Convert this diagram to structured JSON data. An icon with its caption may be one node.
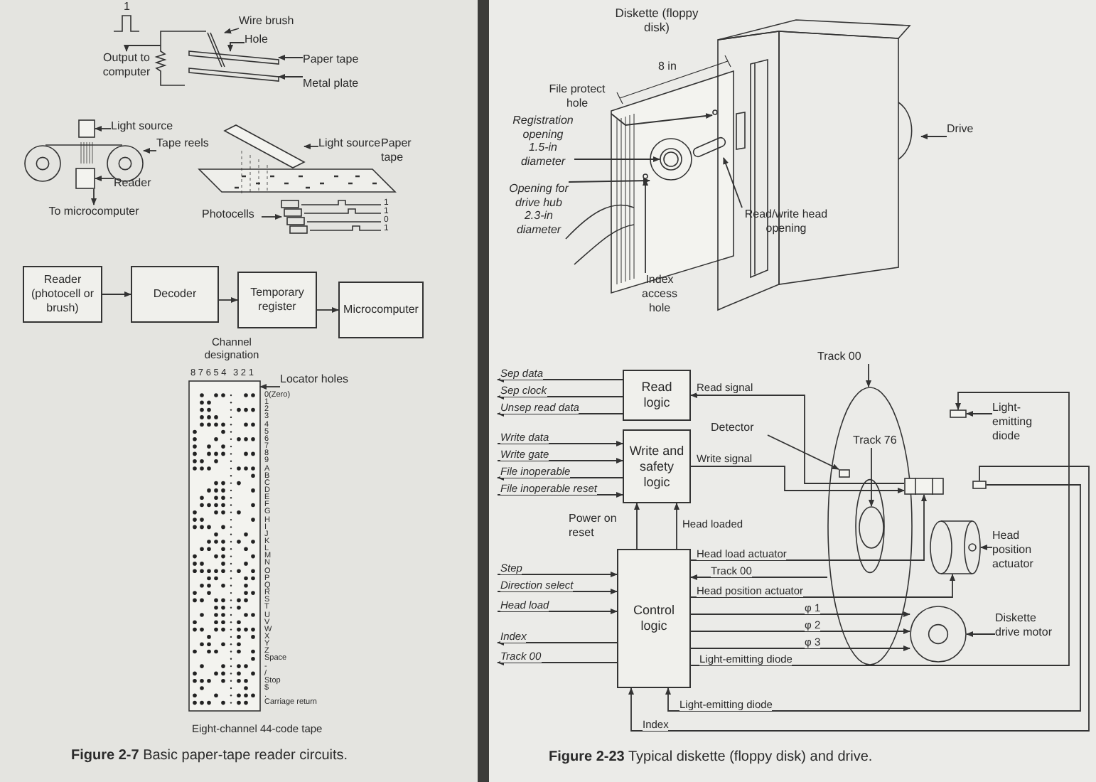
{
  "diagram": {
    "nodes": [
      {
        "text": [
          "Wire brush"
        ]
      },
      {
        "text": [
          "Hole"
        ]
      },
      {
        "text": [
          "Output to computer"
        ]
      },
      {
        "text": [
          "Paper tape"
        ]
      },
      {
        "text": [
          "Metal plate"
        ]
      },
      {
        "text": [
          "Light source"
        ]
      },
      {
        "text": [
          "Tape reels"
        ]
      },
      {
        "text": [
          "Reader"
        ]
      },
      {
        "text": [
          "To microcomputer"
        ]
      },
      {
        "text": [
          "Light source"
        ]
      },
      {
        "text": [
          "Photocells"
        ]
      },
      {
        "text": [
          "Reader (photocell or brush)"
        ]
      },
      {
        "text": [
          "Decoder"
        ]
      },
      {
        "text": [
          "Temporary register"
        ]
      },
      {
        "text": [
          "Microcomputer"
        ]
      },
      {
        "text": [
          "Locator holes"
        ]
      },
      {
        "text": [
          "File protect hole"
        ]
      },
      {
        "text": [
          "Registration opening 1.5-in diameter"
        ]
      },
      {
        "text": [
          "Opening for drive hub 2.3-in diameter"
        ]
      },
      {
        "text": [
          "Index access hole"
        ]
      },
      {
        "text": [
          "Read/write head opening"
        ]
      },
      {
        "text": [
          "Drive"
        ]
      },
      {
        "text": [
          "Read logic"
        ]
      },
      {
        "text": [
          "Write and safety logic"
        ]
      },
      {
        "text": [
          "Control logic"
        ]
      },
      {
        "text": [],
        "shape": "circle"
      },
      {
        "text": [
          "Track 00"
        ]
      },
      {
        "text": [
          "Track 76"
        ],
        "in": 25
      },
      {
        "text": [
          "Detector"
        ]
      },
      {
        "text": [
          "Light-emitting diode"
        ]
      },
      {
        "text": [
          "Head position actuator"
        ]
      },
      {
        "text": [
          "Diskette drive motor"
        ]
      },
      {
        "text": [],
        "shape": "bar"
      },
      {
        "text": [],
        "shape": "bar"
      },
      {
        "text": [],
        "shape": "bar"
      },
      {
        "text": [],
        "shape": "box"
      },
      {
        "text": [],
        "shape": "circle"
      },
      {
        "text": [],
        "shape": "circle"
      },
      {
        "text": [],
        "shape": "box"
      },
      {
        "text": [],
        "shape": "bar"
      },
      {
        "text": [],
        "shape": "box"
      },
      {
        "text": [],
        "shape": "bar",
        "beside": [
          "8 7 6 5 4",
          "3 2 1",
          "0(Zero)",
          "1",
          "2",
          "3",
          "4",
          "5",
          "6",
          "7",
          "8",
          "9",
          "A",
          "B",
          "C",
          "D",
          "E",
          "F",
          "G",
          "H",
          "I",
          "J",
          "K",
          "L",
          "M",
          "N",
          "O",
          "P",
          "Q",
          "R",
          "S",
          "T",
          "U",
          "V",
          "W",
          "X",
          "Y",
          "Z",
          "Space",
          "-",
          "/",
          "Stop",
          "$",
          ".",
          "Carriage return"
        ]
      },
      {
        "text": [],
        "shape": "circle"
      },
      {
        "text": [],
        "shape": "circle"
      },
      {
        "text": [],
        "shape": "circle",
        "in": 43
      },
      {
        "text": [],
        "shape": "circle"
      },
      {
        "text": [],
        "shape": "box"
      },
      {
        "text": [],
        "shape": "box"
      },
      {
        "text": [],
        "shape": "circle",
        "in": 25
      },
      {
        "text": [],
        "shape": "box",
        "in": 25
      },
      {
        "text": [],
        "shape": "box"
      },
      {
        "text": [],
        "shape": "cylinder"
      },
      {
        "text": [],
        "shape": "circle"
      },
      {
        "text": [],
        "shape": "box"
      },
      {
        "text": [],
        "shape": "box"
      }
    ],
    "edges": [
      {
        "from": 0,
        "to": 32,
        "arrow": "to"
      },
      {
        "from": 1,
        "to": 33,
        "arrow": "to"
      },
      {
        "from": null,
        "to": 2,
        "arrow": "to"
      },
      {
        "from": 3,
        "to": 33,
        "arrow": "to"
      },
      {
        "from": 4,
        "to": 34,
        "arrow": "to"
      },
      {
        "from": 5,
        "to": 35,
        "arrow": "to"
      },
      {
        "from": 6,
        "to": 37,
        "arrow": "to"
      },
      {
        "from": 7,
        "to": 38,
        "arrow": "to"
      },
      {
        "from": 38,
        "to": 8,
        "arrow": "to"
      },
      {
        "from": 9,
        "to": 39,
        "arrow": "to"
      },
      {
        "from": 10,
        "to": 40,
        "arrow": "to"
      },
      {
        "from": 11,
        "to": 12,
        "arrow": "to"
      },
      {
        "from": 12,
        "to": 13,
        "arrow": "to"
      },
      {
        "from": 13,
        "to": 14,
        "arrow": "to"
      },
      {
        "from": 15,
        "to": 41,
        "arrow": "to"
      },
      {
        "from": 16,
        "to": 42,
        "arrow": "to"
      },
      {
        "from": 17,
        "to": 44,
        "arrow": "to"
      },
      {
        "from": 18,
        "to": 43,
        "arrow": "to"
      },
      {
        "from": 19,
        "to": 45,
        "arrow": "to"
      },
      {
        "from": 20,
        "to": 46,
        "arrow": "to"
      },
      {
        "from": 21,
        "to": 47,
        "arrow": "to"
      },
      {
        "from": 22,
        "to": null,
        "arrow": "to",
        "label": "Sep data"
      },
      {
        "from": 22,
        "to": null,
        "arrow": "to",
        "label": "Sep clock"
      },
      {
        "from": 22,
        "to": null,
        "arrow": "to",
        "label": "Unsep read data"
      },
      {
        "from": null,
        "to": 23,
        "arrow": "to",
        "label": "Write data"
      },
      {
        "from": null,
        "to": 23,
        "arrow": "to",
        "label": "Write gate"
      },
      {
        "from": 23,
        "to": null,
        "arrow": "to",
        "label": "File inoperable"
      },
      {
        "from": null,
        "to": 23,
        "arrow": "to",
        "label": "File inoperable reset"
      },
      {
        "from": null,
        "to": 24,
        "arrow": "to",
        "label": "Step"
      },
      {
        "from": null,
        "to": 24,
        "arrow": "to",
        "label": "Direction select"
      },
      {
        "from": null,
        "to": 24,
        "arrow": "to",
        "label": "Head load"
      },
      {
        "from": 24,
        "to": null,
        "arrow": "to",
        "label": "Index"
      },
      {
        "from": 24,
        "to": null,
        "arrow": "to",
        "label": "Track 00"
      },
      {
        "from": 24,
        "to": 23,
        "arrow": "to",
        "label": "Power on reset"
      },
      {
        "from": 24,
        "to": 23,
        "arrow": "to",
        "label": "Head loaded"
      },
      {
        "from": 50,
        "to": 22,
        "arrow": "to",
        "label": "Read signal"
      },
      {
        "from": 23,
        "to": 50,
        "arrow": "to",
        "label": "Write signal"
      },
      {
        "from": 24,
        "to": 50,
        "arrow": "to",
        "label": "Head load actuator"
      },
      {
        "from": 25,
        "to": 24,
        "arrow": "to",
        "label": "Track 00"
      },
      {
        "from": 24,
        "to": 51,
        "arrow": "to",
        "label": "Head position actuator"
      },
      {
        "from": 24,
        "to": 52,
        "arrow": "to",
        "label": "φ 1"
      },
      {
        "from": 24,
        "to": 52,
        "arrow": "to",
        "label": "φ 2"
      },
      {
        "from": 24,
        "to": 52,
        "arrow": "to",
        "label": "φ 3"
      },
      {
        "from": 24,
        "to": 53,
        "arrow": "to",
        "label": "Light-emitting diode"
      },
      {
        "from": 54,
        "to": 24,
        "arrow": "to",
        "label": "Light-emitting diode"
      },
      {
        "from": 54,
        "to": 24,
        "arrow": "to",
        "label": "Index"
      },
      {
        "from": 26,
        "to": 25,
        "arrow": "to"
      },
      {
        "from": 27,
        "to": 48,
        "arrow": "to"
      },
      {
        "from": 28,
        "to": 49,
        "arrow": "to"
      },
      {
        "from": 29,
        "to": 53,
        "arrow": "to"
      },
      {
        "from": 30,
        "to": 51,
        "arrow": "to"
      },
      {
        "from": 31,
        "to": 52,
        "arrow": "to"
      }
    ],
    "labels": [
      "1",
      "Paper tape",
      "1",
      "1",
      "0",
      "1",
      "Channel designation",
      "Eight-channel 44-code tape",
      "**Figure 2-7** Basic paper-tape reader circuits.",
      "Diskette (floppy disk)",
      "8 in",
      "**Figure 2-23** Typical diskette (floppy disk) and drive."
    ]
  }
}
